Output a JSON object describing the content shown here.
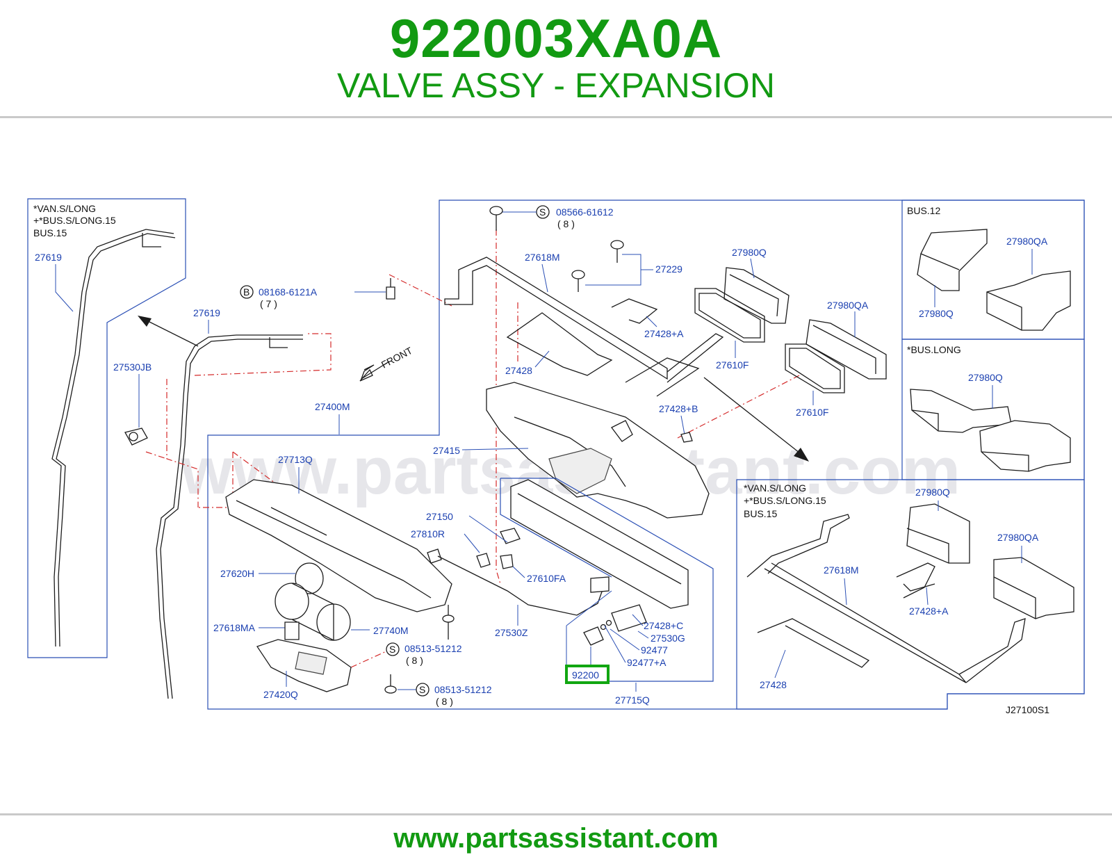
{
  "header": {
    "part_number": "922003XA0A",
    "part_name": "VALVE ASSY - EXPANSION"
  },
  "footer": {
    "url": "www.partsassistant.com"
  },
  "diagram": {
    "watermark": "www.partsassistant.com",
    "code": "J27100S1",
    "front_label": "FRONT",
    "highlighted_part": "92200",
    "notes": {
      "left_box": [
        "*VAN.S/LONG",
        "+*BUS.S/LONG.15",
        "BUS.15"
      ],
      "bus12": "BUS.12",
      "bus_long": "*BUS.LONG",
      "right_box": [
        "*VAN.S/LONG",
        "+*BUS.S/LONG.15",
        "BUS.15"
      ]
    },
    "screws": {
      "s1": {
        "symbol": "S",
        "code": "08566-61612",
        "qty": "( 8 )"
      },
      "b1": {
        "symbol": "B",
        "code": "08168-6121A",
        "qty": "( 7 )"
      },
      "s2": {
        "symbol": "S",
        "code": "08513-51212",
        "qty": "( 8 )"
      },
      "s3": {
        "symbol": "S",
        "code": "08513-51212",
        "qty": "( 8 )"
      }
    },
    "callouts": {
      "c27619a": "27619",
      "c27619b": "27619",
      "c27530jb": "27530JB",
      "c27400m": "27400M",
      "c27713q": "27713Q",
      "c27620h": "27620H",
      "c27618ma": "27618MA",
      "c27740m": "27740M",
      "c27420q": "27420Q",
      "c27150": "27150",
      "c27810r": "27810R",
      "c27610fa": "27610FA",
      "c27530z": "27530Z",
      "c27415": "27415",
      "c27618m": "27618M",
      "c27229": "27229",
      "c27428a": "27428+A",
      "c27428": "27428",
      "c27980q": "27980Q",
      "c27980qa": "27980QA",
      "c27610f1": "27610F",
      "c27610f2": "27610F",
      "c27428b": "27428+B",
      "c27428c": "27428+C",
      "c27530g": "27530G",
      "c92477": "92477",
      "c92477a": "92477+A",
      "c27715q": "27715Q",
      "b12_27980qa": "27980QA",
      "b12_27980q": "27980Q",
      "bl_27980q": "27980Q",
      "r_27980q": "27980Q",
      "r_27980qa": "27980QA",
      "r_27618m": "27618M",
      "r_27428a": "27428+A",
      "r_27428": "27428"
    }
  }
}
